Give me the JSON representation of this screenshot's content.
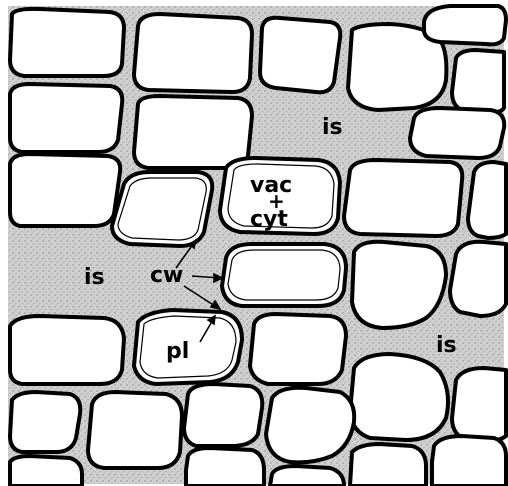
{
  "diagram": {
    "labels": {
      "is_top": "is",
      "is_left": "is",
      "is_right": "is",
      "vac": "vac",
      "plus": "+",
      "cyt": "cyt",
      "cw": "cw",
      "pl": "pl"
    },
    "colors": {
      "intercellular_space": "#c9c9c9",
      "cell_interior": "#ffffff",
      "outline": "#000000"
    }
  }
}
